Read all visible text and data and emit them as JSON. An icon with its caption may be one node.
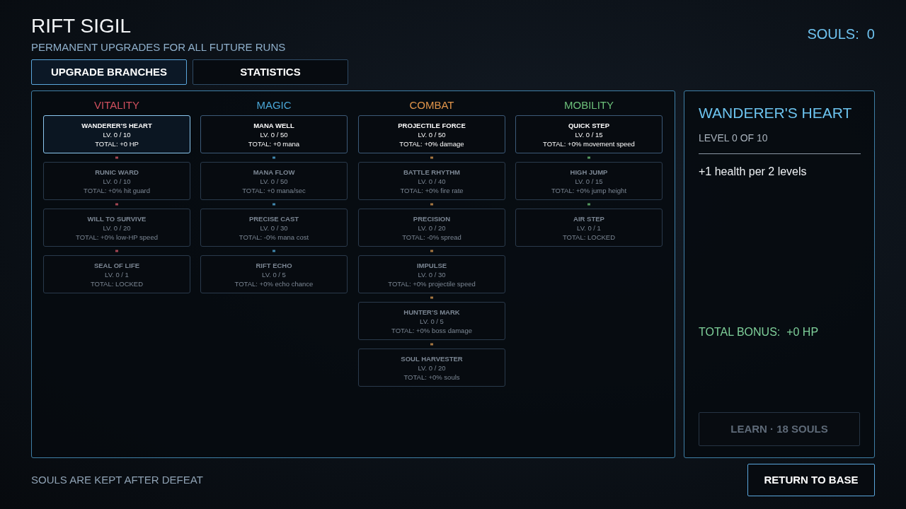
{
  "diagram": {
    "title": "RIFT SIGIL",
    "nodes": [
      {
        "text": [
          "WANDERER'S HEART",
          "LV. 0 / 10",
          "TOTAL: +0 HP"
        ]
      },
      {
        "text": [
          "RUNIC WARD",
          "LV. 0 / 10",
          "TOTAL: +0% hit guard"
        ]
      },
      {
        "text": [
          "WILL TO SURVIVE",
          "LV. 0 / 20",
          "TOTAL: +0% low-HP speed"
        ]
      },
      {
        "text": [
          "SEAL OF LIFE",
          "LV. 0 / 1",
          "TOTAL: LOCKED"
        ]
      },
      {
        "text": [
          "MANA WELL",
          "LV. 0 / 50",
          "TOTAL: +0 mana"
        ]
      },
      {
        "text": [
          "MANA FLOW",
          "LV. 0 / 50",
          "TOTAL: +0 mana/sec"
        ]
      },
      {
        "text": [
          "PRECISE CAST",
          "LV. 0 / 30",
          "TOTAL: -0% mana cost"
        ]
      },
      {
        "text": [
          "RIFT ECHO",
          "LV. 0 / 5",
          "TOTAL: +0% echo chance"
        ]
      },
      {
        "text": [
          "PROJECTILE FORCE",
          "LV. 0 / 50",
          "TOTAL: +0% damage"
        ]
      },
      {
        "text": [
          "BATTLE RHYTHM",
          "LV. 0 / 40",
          "TOTAL: +0% fire rate"
        ]
      },
      {
        "text": [
          "PRECISION",
          "LV. 0 / 20",
          "TOTAL: -0% spread"
        ]
      },
      {
        "text": [
          "IMPULSE",
          "LV. 0 / 30",
          "TOTAL: +0% projectile speed"
        ]
      },
      {
        "text": [
          "HUNTER'S MARK",
          "LV. 0 / 5",
          "TOTAL: +0% boss damage"
        ]
      },
      {
        "text": [
          "SOUL HARVESTER",
          "LV. 0 / 20",
          "TOTAL: +0% souls"
        ]
      },
      {
        "text": [
          "QUICK STEP",
          "LV. 0 / 15",
          "TOTAL: +0% movement speed"
        ]
      },
      {
        "text": [
          "HIGH JUMP",
          "LV. 0 / 15",
          "TOTAL: +0% jump height"
        ]
      },
      {
        "text": [
          "AIR STEP",
          "LV. 0 / 1",
          "TOTAL: LOCKED"
        ]
      }
    ],
    "edges": [
      {
        "from": 0,
        "to": 1,
        "arrow": "none",
        "color": "#c0505e"
      },
      {
        "from": 1,
        "to": 2,
        "arrow": "none",
        "color": "#c0505e"
      },
      {
        "from": 2,
        "to": 3,
        "arrow": "none",
        "color": "#c0505e"
      },
      {
        "from": 4,
        "to": 5,
        "arrow": "none",
        "color": "#4a9cc8"
      },
      {
        "from": 5,
        "to": 6,
        "arrow": "none",
        "color": "#4a9cc8"
      },
      {
        "from": 6,
        "to": 7,
        "arrow": "none",
        "color": "#4a9cc8"
      },
      {
        "from": 8,
        "to": 9,
        "arrow": "none"
      },
      {
        "from": 9,
        "to": 10,
        "arrow": "none"
      },
      {
        "from": 10,
        "to": 11,
        "arrow": "none"
      },
      {
        "from": 11,
        "to": 12,
        "arrow": "none"
      },
      {
        "from": 12,
        "to": 13,
        "arrow": "none"
      },
      {
        "from": 14,
        "to": 15,
        "arrow": "none",
        "color": "#5fae6a"
      },
      {
        "from": 15,
        "to": 16,
        "arrow": "none",
        "color": "#5fae6a"
      }
    ],
    "labels": [
      "PERMANENT UPGRADES FOR ALL FUTURE RUNS",
      "SOULS:  0",
      "UPGRADE BRANCHES",
      "STATISTICS",
      "VITALITY",
      "MAGIC",
      "COMBAT",
      "MOBILITY",
      "WANDERER'S HEART",
      "LEVEL 0 OF 10",
      "+1 health per 2 levels",
      "TOTAL BONUS:  +0 HP",
      "LEARN · 18 SOULS",
      "SOULS ARE KEPT AFTER DEFEAT",
      "RETURN TO BASE"
    ]
  }
}
